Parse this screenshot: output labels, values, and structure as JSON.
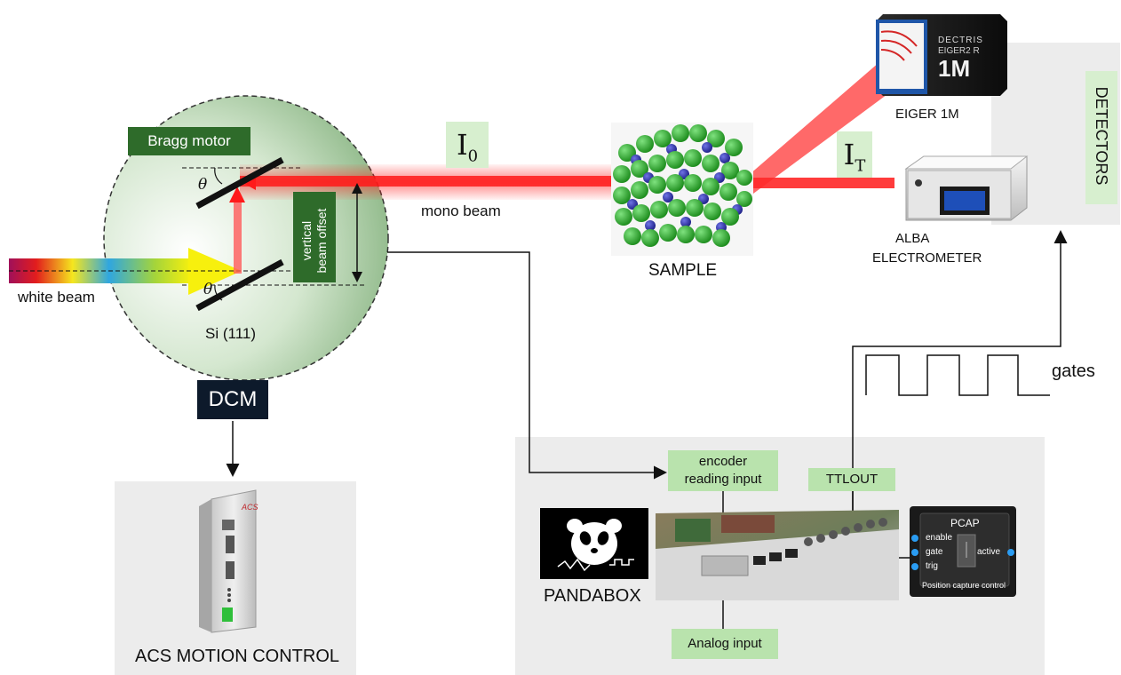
{
  "dcm": {
    "bragg_motor": "Bragg motor",
    "theta_top": "θ",
    "theta_bottom": "θ",
    "crystal": "Si (111)",
    "offset_line1": "vertical",
    "offset_line2": "beam offset",
    "name": "DCM"
  },
  "beams": {
    "white": "white beam",
    "mono": "mono beam",
    "i0_main": "I",
    "i0_sub": "0",
    "it_main": "I",
    "it_sub": "T"
  },
  "sample": {
    "label": "SAMPLE"
  },
  "detectors": {
    "title": "DETECTORS",
    "eiger_label": "EIGER 1M",
    "eiger_brand": "DECTRIS",
    "eiger_model": "EIGER2 R",
    "eiger_size": "1M",
    "electrometer_line1": "ALBA",
    "electrometer_line2": "ELECTROMETER"
  },
  "acs": {
    "label": "ACS MOTION CONTROL",
    "brand": "ACS"
  },
  "pandabox": {
    "label": "PANDABOX",
    "encoder_line1": "encoder",
    "encoder_line2": "reading input",
    "ttlout": "TTLOUT",
    "analog": "Analog input",
    "gates": "gates"
  },
  "pcap": {
    "title": "PCAP",
    "enable": "enable",
    "gate": "gate",
    "trig": "trig",
    "active": "active",
    "footer": "Position capture control"
  }
}
